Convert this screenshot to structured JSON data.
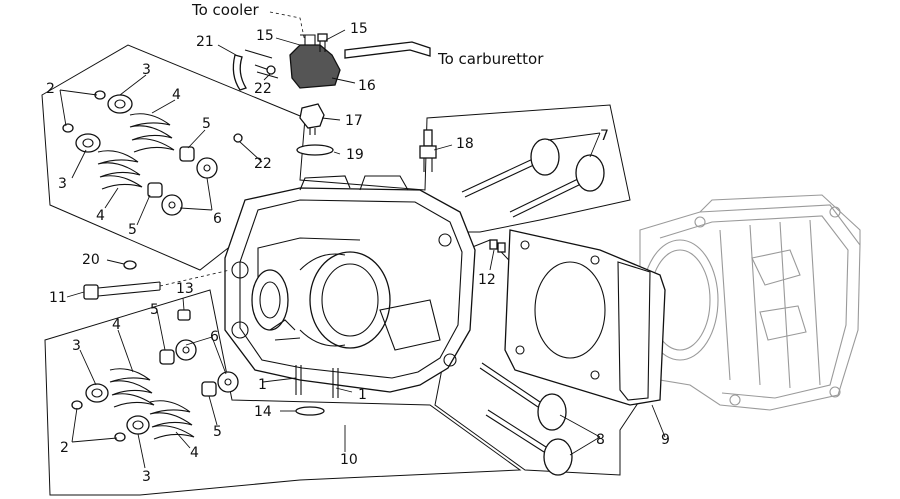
{
  "annotations": {
    "to_cooler": "To cooler",
    "to_carburettor": "To carburettor"
  },
  "callouts": [
    {
      "id": "c1a",
      "text": "1"
    },
    {
      "id": "c1b",
      "text": "1"
    },
    {
      "id": "c2a",
      "text": "2"
    },
    {
      "id": "c2b",
      "text": "2"
    },
    {
      "id": "c3a",
      "text": "3"
    },
    {
      "id": "c3b",
      "text": "3"
    },
    {
      "id": "c3c",
      "text": "3"
    },
    {
      "id": "c3d",
      "text": "3"
    },
    {
      "id": "c4a",
      "text": "4"
    },
    {
      "id": "c4b",
      "text": "4"
    },
    {
      "id": "c4c",
      "text": "4"
    },
    {
      "id": "c4d",
      "text": "4"
    },
    {
      "id": "c5a",
      "text": "5"
    },
    {
      "id": "c5b",
      "text": "5"
    },
    {
      "id": "c5c",
      "text": "5"
    },
    {
      "id": "c5d",
      "text": "5"
    },
    {
      "id": "c6a",
      "text": "6"
    },
    {
      "id": "c6b",
      "text": "6"
    },
    {
      "id": "c7",
      "text": "7"
    },
    {
      "id": "c8",
      "text": "8"
    },
    {
      "id": "c9",
      "text": "9"
    },
    {
      "id": "c10",
      "text": "10"
    },
    {
      "id": "c11",
      "text": "11"
    },
    {
      "id": "c12",
      "text": "12"
    },
    {
      "id": "c13",
      "text": "13"
    },
    {
      "id": "c14",
      "text": "14"
    },
    {
      "id": "c15a",
      "text": "15"
    },
    {
      "id": "c15b",
      "text": "15"
    },
    {
      "id": "c16",
      "text": "16"
    },
    {
      "id": "c17",
      "text": "17"
    },
    {
      "id": "c18",
      "text": "18"
    },
    {
      "id": "c19",
      "text": "19"
    },
    {
      "id": "c20",
      "text": "20"
    },
    {
      "id": "c21",
      "text": "21"
    },
    {
      "id": "c22a",
      "text": "22"
    },
    {
      "id": "c22b",
      "text": "22"
    }
  ]
}
